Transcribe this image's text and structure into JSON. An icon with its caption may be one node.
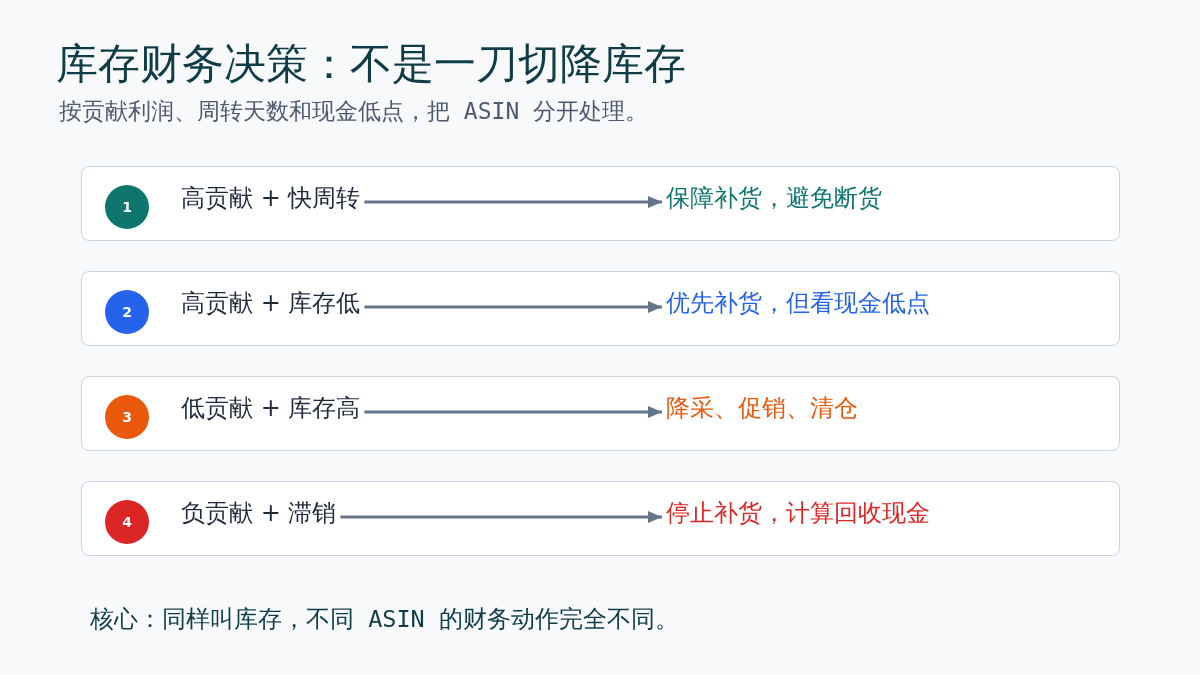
{
  "diagram": {
    "title": "库存财务决策：不是一刀切降库存",
    "nodes": [
      {
        "text": [],
        "shape": "box"
      },
      {
        "text": [
          "1"
        ],
        "in": 0
      },
      {
        "text": [
          "高贡献 + 快周转"
        ],
        "in": 0
      },
      {
        "text": [
          "保障补货，避免断货"
        ],
        "in": 0
      },
      {
        "text": [],
        "shape": "box"
      },
      {
        "text": [
          "2"
        ],
        "in": 4
      },
      {
        "text": [
          "高贡献 + 库存低"
        ],
        "in": 4
      },
      {
        "text": [
          "优先补货，但看现金低点"
        ],
        "in": 4
      },
      {
        "text": [],
        "shape": "box"
      },
      {
        "text": [
          "3"
        ],
        "in": 8
      },
      {
        "text": [
          "低贡献 + 库存高"
        ],
        "in": 8
      },
      {
        "text": [
          "降采、促销、清仓"
        ],
        "in": 8
      },
      {
        "text": [],
        "shape": "box"
      },
      {
        "text": [
          "4"
        ],
        "in": 12
      },
      {
        "text": [
          "负贡献 + 滞销"
        ],
        "in": 12
      },
      {
        "text": [
          "停止补货，计算回收现金"
        ],
        "in": 12
      }
    ],
    "edges": [
      {
        "from": 2,
        "to": 3,
        "arrow": "to"
      },
      {
        "from": 6,
        "to": 7,
        "arrow": "to"
      },
      {
        "from": 10,
        "to": 11,
        "arrow": "to"
      },
      {
        "from": 14,
        "to": 15,
        "arrow": "to"
      }
    ],
    "labels": [
      "按贡献利润、周转天数和现金低点，把 ASIN 分开处理。",
      "核心：同样叫库存，不同 ASIN 的财务动作完全不同。"
    ]
  }
}
